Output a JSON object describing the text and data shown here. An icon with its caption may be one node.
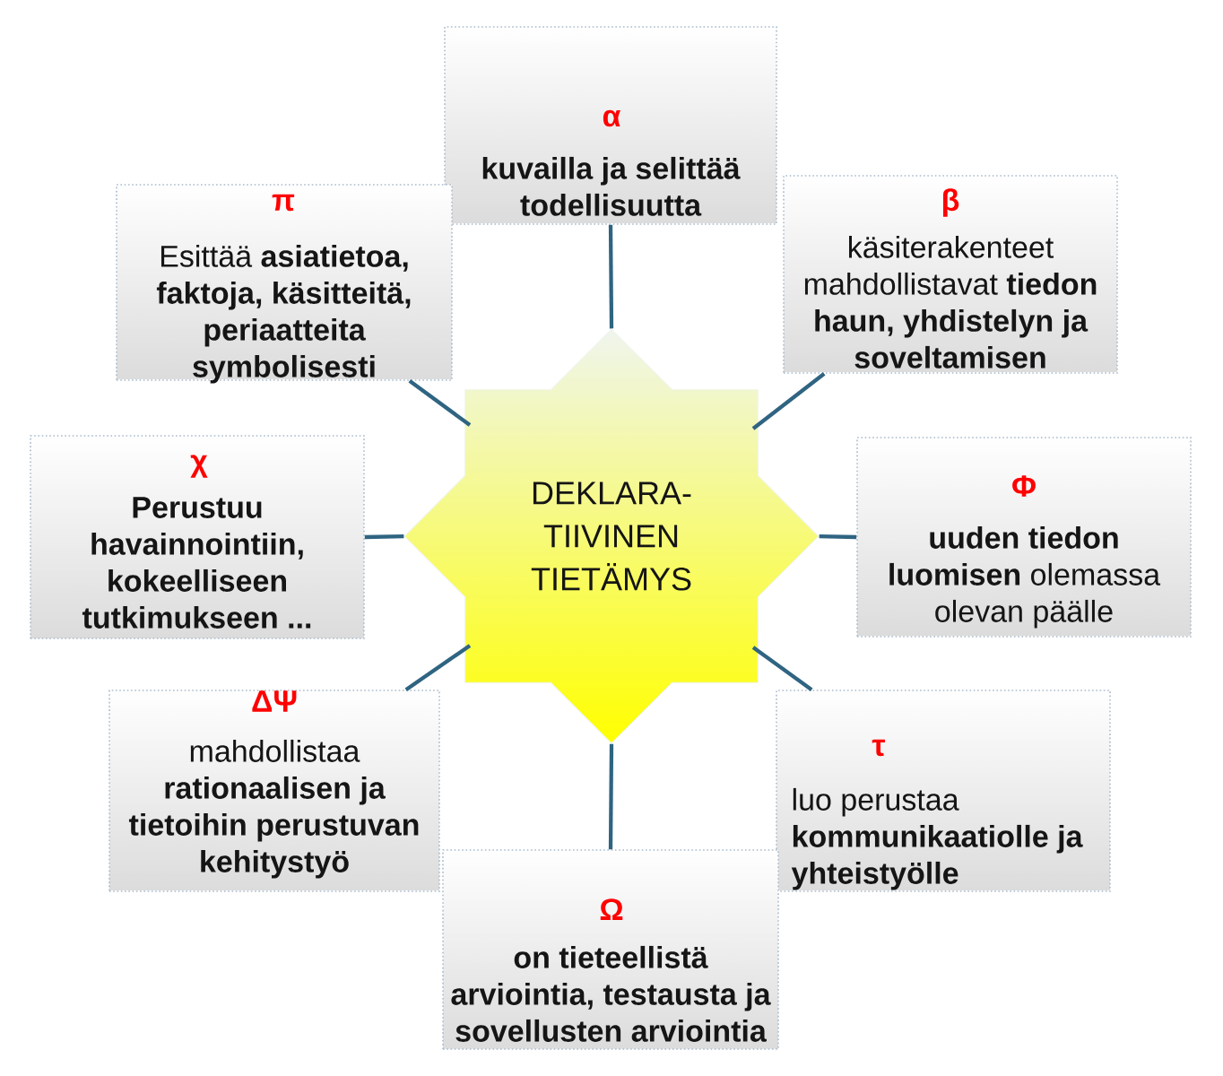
{
  "diagram": {
    "nodes": [
      {
        "text": [
          "DEKLARA- TIIVINEN TIETÄMYS"
        ]
      },
      {
        "text": [
          "α",
          "kuvailla ja selittää todellisuutta"
        ]
      },
      {
        "text": [
          "β",
          "käsiterakenteet mahdollistavat **tiedon haun, yhdistelyn ja soveltamisen**"
        ]
      },
      {
        "text": [
          "Φ",
          "**uuden tiedon luomisen** olemassa olevan päälle"
        ]
      },
      {
        "text": [
          "τ",
          "luo perustaa **kommunikaatiolle ja yhteistyölle**"
        ]
      },
      {
        "text": [
          "Ω",
          "on tieteellistä arviointia, testausta ja sovellusten arviointia"
        ]
      },
      {
        "text": [
          "ΔΨ",
          "mahdollistaa **rationaalisen ja tietoihin perustuvan kehitystyö**"
        ]
      },
      {
        "text": [
          "χ",
          "Perustuu havainnointiin, kokeelliseen tutkimukseen ..."
        ]
      },
      {
        "text": [
          "π",
          "Esittää **asiatietoa, faktoja, käsitteitä, periaatteita symbolisesti**"
        ]
      }
    ],
    "edges": [
      {
        "from": 0,
        "to": 1,
        "arrow": "none"
      },
      {
        "from": 0,
        "to": 2,
        "arrow": "none"
      },
      {
        "from": 0,
        "to": 3,
        "arrow": "none"
      },
      {
        "from": 0,
        "to": 4,
        "arrow": "none"
      },
      {
        "from": 0,
        "to": 5,
        "arrow": "none"
      },
      {
        "from": 0,
        "to": 6,
        "arrow": "none"
      },
      {
        "from": 0,
        "to": 7,
        "arrow": "none"
      },
      {
        "from": 0,
        "to": 8,
        "arrow": "none"
      }
    ]
  }
}
